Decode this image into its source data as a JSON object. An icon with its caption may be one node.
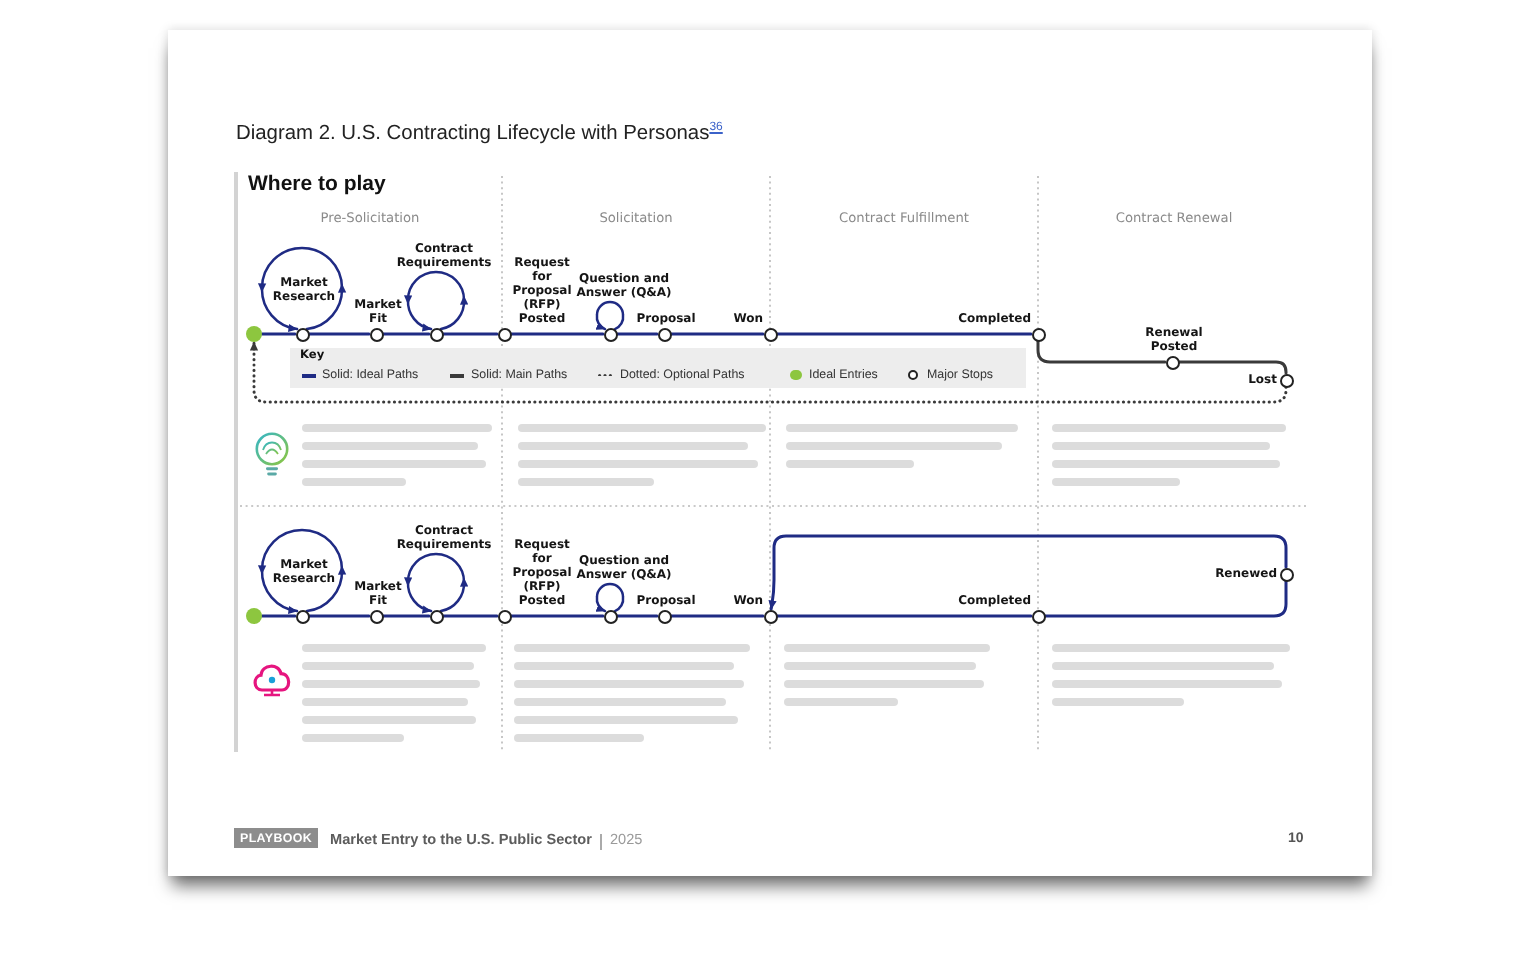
{
  "diagram": {
    "title": "Diagram 2. U.S. Contracting Lifecycle with Personas$^{36}$",
    "nodes": [
      {
        "text": [],
        "shape": "circle"
      },
      {
        "text": [
          "Market Research"
        ]
      },
      {
        "text": [
          "Market Fit"
        ]
      },
      {
        "text": [
          "Contract Requirements"
        ]
      },
      {
        "text": [
          "Request for Proposal (RFP) Posted"
        ]
      },
      {
        "text": [
          "Question and Answer (Q&A)"
        ]
      },
      {
        "text": [
          "Proposal"
        ]
      },
      {
        "text": [
          "Won"
        ]
      },
      {
        "text": [
          "Completed"
        ]
      },
      {
        "text": [
          "Renewal Posted"
        ]
      },
      {
        "text": [
          "Lost"
        ]
      },
      {
        "text": [],
        "shape": "circle"
      },
      {
        "text": [
          "Market Research"
        ]
      },
      {
        "text": [
          "Market Fit"
        ]
      },
      {
        "text": [
          "Contract Requirements"
        ]
      },
      {
        "text": [
          "Request for Proposal (RFP) Posted"
        ]
      },
      {
        "text": [
          "Question and Answer (Q&A)"
        ]
      },
      {
        "text": [
          "Proposal"
        ]
      },
      {
        "text": [
          "Won"
        ]
      },
      {
        "text": [
          "Completed"
        ]
      },
      {
        "text": [
          "Renewed"
        ]
      }
    ],
    "edges": [
      {
        "from": 0,
        "to": 1,
        "arrow": "none"
      },
      {
        "from": 1,
        "to": 1,
        "arrow": "to"
      },
      {
        "from": 1,
        "to": 2,
        "arrow": "none"
      },
      {
        "from": 2,
        "to": 3,
        "arrow": "none"
      },
      {
        "from": 3,
        "to": 3,
        "arrow": "to"
      },
      {
        "from": 3,
        "to": 4,
        "arrow": "none"
      },
      {
        "from": 4,
        "to": 5,
        "arrow": "none"
      },
      {
        "from": 5,
        "to": 5,
        "arrow": "to"
      },
      {
        "from": 5,
        "to": 6,
        "arrow": "none"
      },
      {
        "from": 6,
        "to": 7,
        "arrow": "none"
      },
      {
        "from": 7,
        "to": 8,
        "arrow": "none"
      },
      {
        "from": 8,
        "to": 9,
        "arrow": "none",
        "color": "#3a3a3a"
      },
      {
        "from": 9,
        "to": 10,
        "arrow": "none",
        "color": "#3a3a3a"
      },
      {
        "from": 10,
        "to": 0,
        "arrow": "to",
        "style": "dashed",
        "color": "#3a3a3a"
      },
      {
        "from": 11,
        "to": 12,
        "arrow": "none"
      },
      {
        "from": 12,
        "to": 12,
        "arrow": "to"
      },
      {
        "from": 12,
        "to": 13,
        "arrow": "none"
      },
      {
        "from": 13,
        "to": 14,
        "arrow": "none"
      },
      {
        "from": 14,
        "to": 14,
        "arrow": "to"
      },
      {
        "from": 14,
        "to": 15,
        "arrow": "none"
      },
      {
        "from": 15,
        "to": 16,
        "arrow": "none"
      },
      {
        "from": 16,
        "to": 16,
        "arrow": "to"
      },
      {
        "from": 16,
        "to": 17,
        "arrow": "none"
      },
      {
        "from": 17,
        "to": 18,
        "arrow": "none"
      },
      {
        "from": 18,
        "to": 19,
        "arrow": "none"
      },
      {
        "from": 19,
        "to": 20,
        "arrow": "none"
      },
      {
        "from": 20,
        "to": 18,
        "arrow": "to"
      }
    ],
    "labels": [
      "Where to play",
      "Pre-Solicitation",
      "Solicitation",
      "Contract Fulfillment",
      "Contract Renewal",
      "Key",
      "PLAYBOOK",
      "Market Entry to the U.S. Public Sector",
      "2025",
      "10"
    ],
    "legend": [
      {
        "text": "Solid: Ideal Paths"
      },
      {
        "text": "Solid: Main Paths"
      },
      {
        "text": "Dotted: Optional Paths"
      },
      {
        "text": "Ideal Entries",
        "color": "#8dc63f"
      },
      {
        "text": "Major Stops"
      }
    ]
  }
}
